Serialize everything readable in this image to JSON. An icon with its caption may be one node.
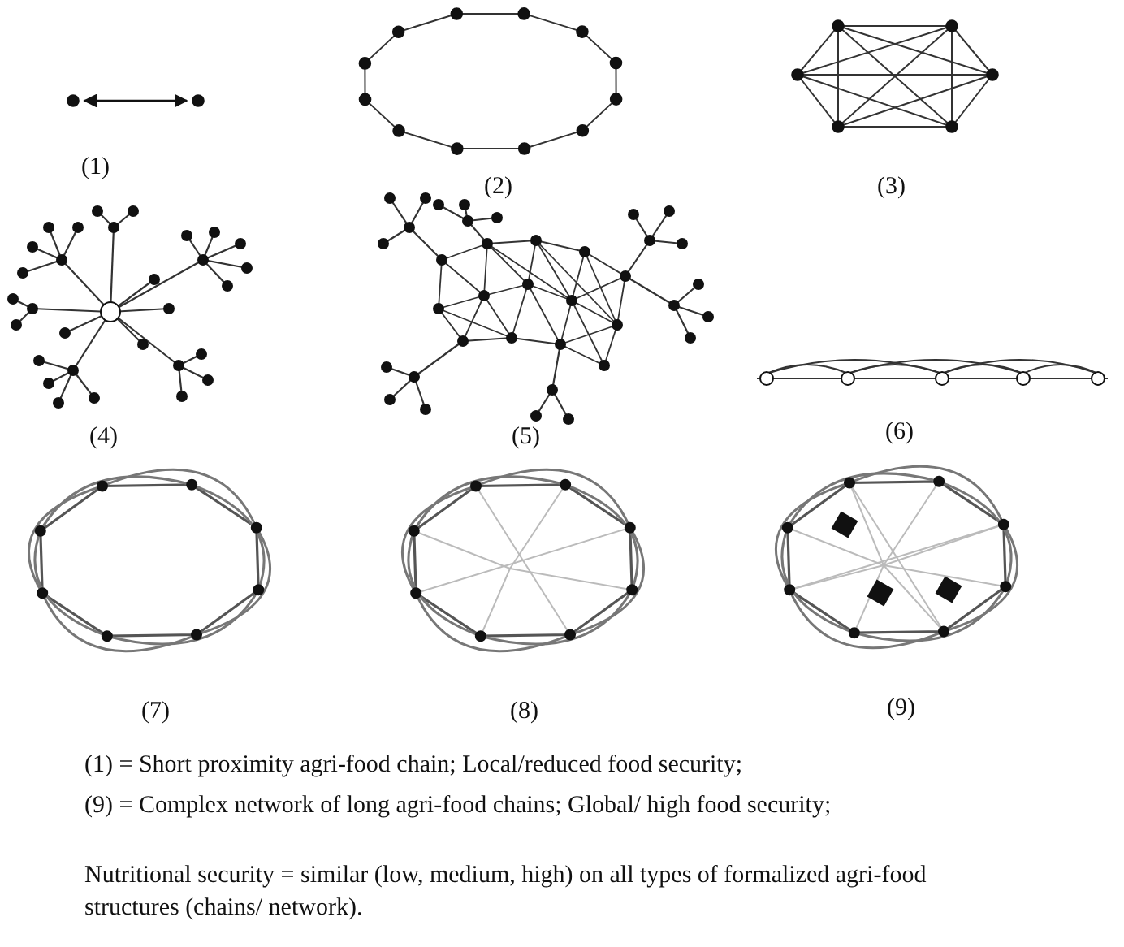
{
  "diagram": {
    "labels": [
      "(1)",
      "(2)",
      "(3)",
      "(4)",
      "(5)",
      "(6)",
      "(7)",
      "(8)",
      "(9)",
      "(1) = Short proximity agri-food chain; Local/reduced food security;",
      "(9) = Complex network of long agri-food chains; Global/ high food security;",
      "Nutritional security = similar (low, medium, high) on all types of formalized agri-food structures (chains/ network)."
    ]
  }
}
